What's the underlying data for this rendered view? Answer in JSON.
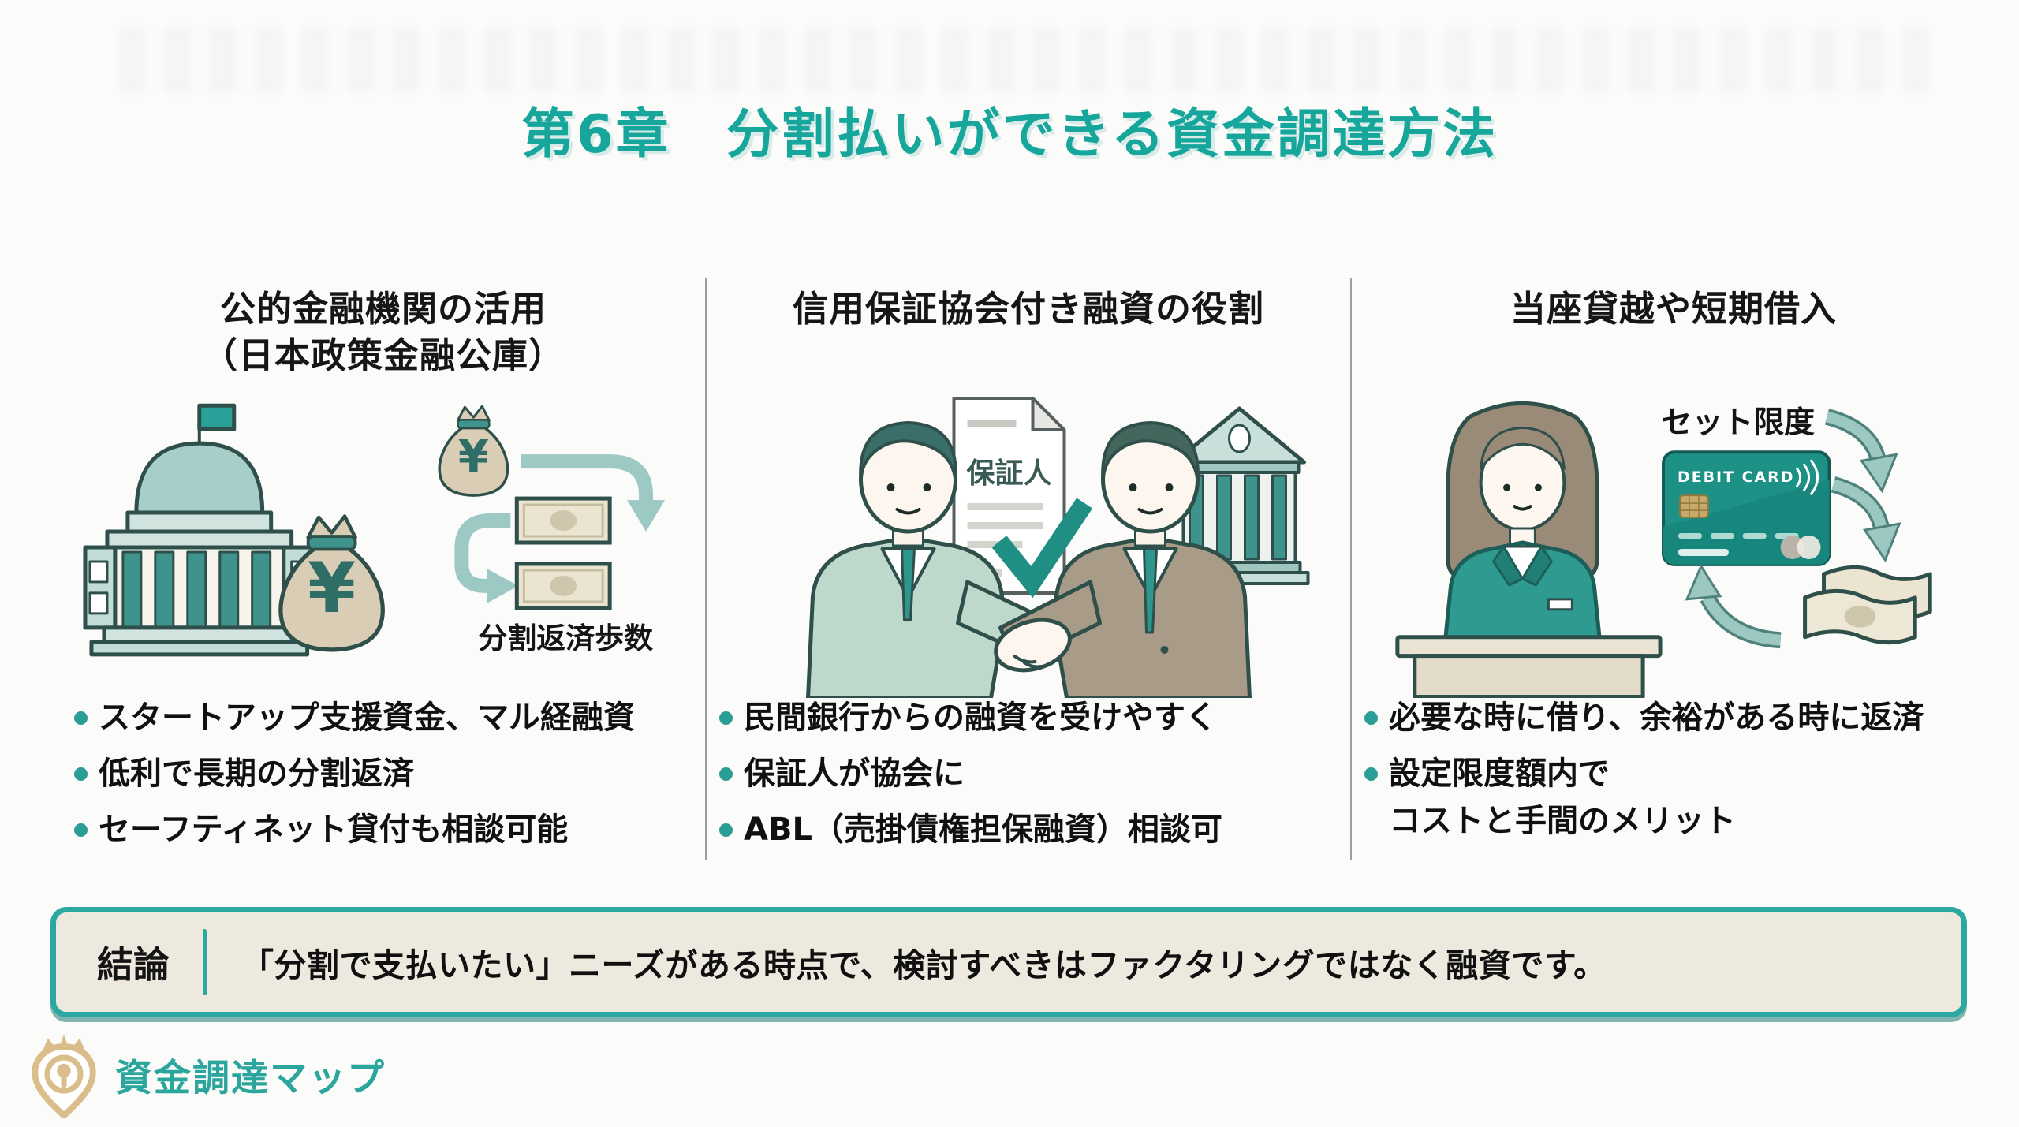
{
  "title": "第6章　分割払いができる資金調達方法",
  "columns": [
    {
      "heading": "公的金融機関の活用\n（日本政策金融公庫）",
      "illustration": {
        "yen": "¥",
        "cycle_label": "分割返済歩数"
      },
      "bullets": [
        "スタートアップ支援資金、マル経融資",
        "低利で長期の分割返済",
        "セーフティネット貸付も相談可能"
      ]
    },
    {
      "heading": "信用保証協会付き融資の役割",
      "illustration": {
        "document_title": "保証人"
      },
      "bullets": [
        "民間銀行からの融資を受けやすく",
        "保証人が協会に",
        "ABL（売掛債権担保融資）相談可"
      ]
    },
    {
      "heading": "当座貸越や短期借入",
      "illustration": {
        "limit_label": "セット限度",
        "card_label": "DEBIT CARD"
      },
      "bullets": [
        "必要な時に借り、余裕がある時に返済",
        "設定限度額内で\nコストと手間のメリット"
      ]
    }
  ],
  "conclusion": {
    "label": "結論",
    "text": "「分割で支払いたい」ニーズがある時点で、検討すべきはファクタリングではなく融資です。"
  },
  "logo": {
    "text": "資金調達マップ"
  },
  "colors": {
    "accent_teal": "#17A69B",
    "bullet_teal": "#2A9D94",
    "conclusion_bg": "#EDE9DE",
    "conclusion_border": "#2BA8A0",
    "logo_gold": "#D9BE8C",
    "illustration_outline": "#2F4F4B",
    "card_teal": "#1E9187"
  }
}
